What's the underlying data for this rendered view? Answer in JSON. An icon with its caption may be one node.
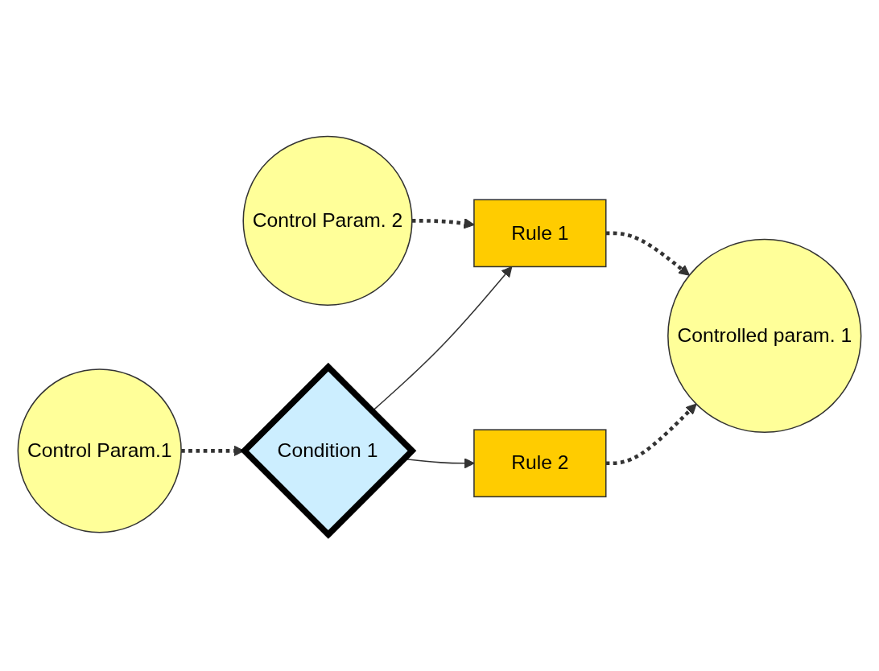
{
  "diagram": {
    "nodes": [
      {
        "text": [
          "Control Param.1"
        ]
      },
      {
        "text": [
          "Control Param. 2"
        ]
      },
      {
        "text": [
          "Condition 1"
        ]
      },
      {
        "text": [
          "Rule 1"
        ]
      },
      {
        "text": [
          "Controlled param. 1"
        ]
      },
      {
        "text": [
          "Rule 2"
        ]
      }
    ],
    "edges": [
      {
        "from": 0,
        "to": 2,
        "arrow": "to",
        "style": "dashed"
      },
      {
        "from": 1,
        "to": 3,
        "arrow": "to",
        "style": "dashed"
      },
      {
        "from": 2,
        "to": 3,
        "arrow": "to"
      },
      {
        "from": 2,
        "to": 5,
        "arrow": "to"
      },
      {
        "from": 3,
        "to": 4,
        "arrow": "to",
        "style": "dashed"
      },
      {
        "from": 5,
        "to": 4,
        "arrow": "to",
        "style": "dashed"
      }
    ]
  }
}
